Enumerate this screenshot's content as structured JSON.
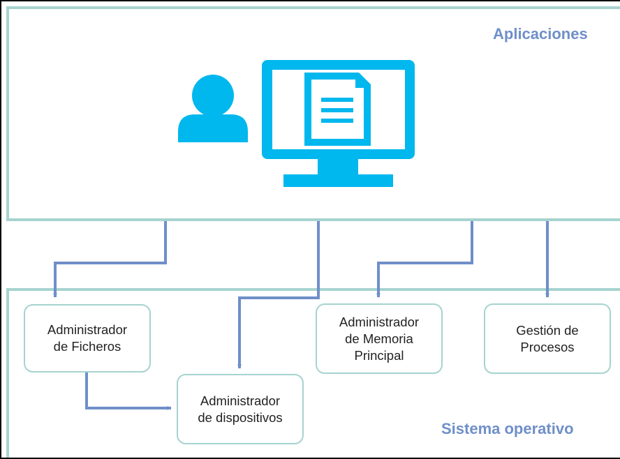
{
  "layers": {
    "apps_title": "Aplicaciones",
    "os_title": "Sistema operativo"
  },
  "modules": {
    "ficheros": "Administrador\nde Ficheros",
    "dispositivos": "Administrador\nde dispositivos",
    "memoria": "Administrador\nde Memoria\nPrincipal",
    "procesos": "Gestión de\nProcesos"
  },
  "icons": {
    "user": "user-icon",
    "monitor": "monitor-icon",
    "document": "document-icon"
  },
  "colors": {
    "accent_blue": "#00b7ee",
    "arrow": "#6f8fc9",
    "layer_border": "#a6d3cf",
    "title": "#6f8fc9"
  }
}
